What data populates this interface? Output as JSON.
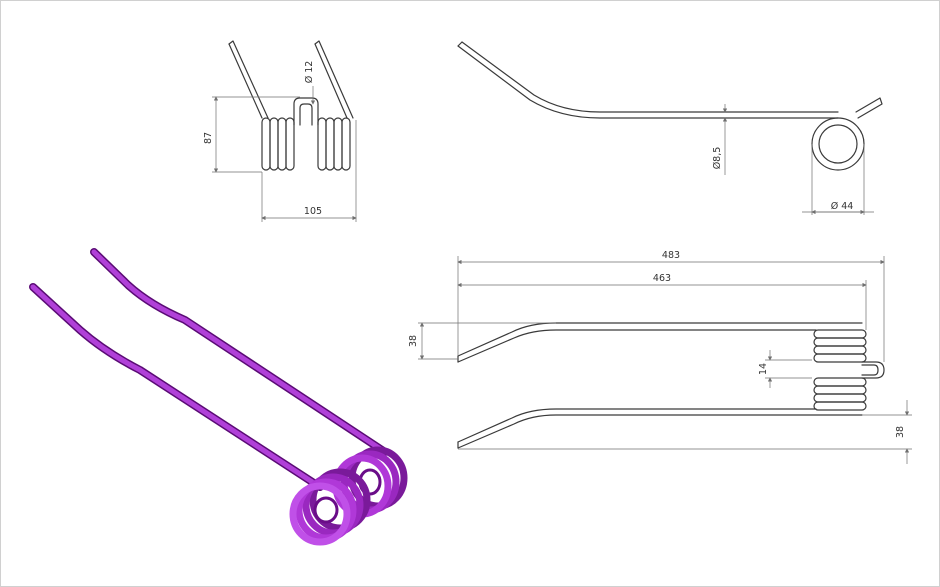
{
  "drawing": {
    "dimensions": {
      "top_view_wire_diameter": "Ø 12",
      "top_view_height": "87",
      "top_view_width": "105",
      "side_view_wire_diameter": "Ø8,5",
      "side_view_coil_diameter": "Ø 44",
      "plan_overall_length": "483",
      "plan_inner_length": "463",
      "plan_left_offset": "38",
      "plan_gap": "14",
      "plan_right_offset": "38"
    },
    "colors": {
      "line": "#3a3a3a",
      "dimension": "#6f6f6f",
      "render_purple": "#a020c8"
    },
    "render_icon": "spring-tine-3d-render"
  }
}
